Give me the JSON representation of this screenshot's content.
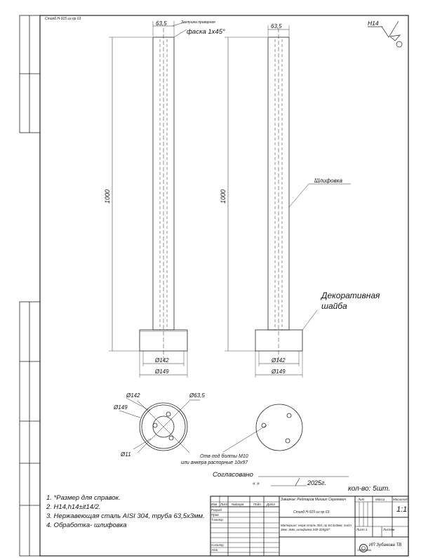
{
  "stamp_code": "Столб Н-915 из пр 63",
  "roughness": "H14",
  "views": {
    "left": {
      "top_dim": "63,5",
      "welded_cap": "Заглушка приварная",
      "chamfer": "фаска 1x45°",
      "height": "1000",
      "dim_inner": "Ø142",
      "dim_outer": "Ø149"
    },
    "right": {
      "top_dim": "63,5",
      "grinding": "Шлифовка",
      "height": "1000",
      "washer": "Декоративная шайба",
      "dim_inner": "Ø142",
      "dim_outer": "Ø149"
    }
  },
  "plan": {
    "d142": "Ø142",
    "d149": "Ø149",
    "d63": "Ø63,5",
    "d11": "Ø11",
    "holes_note_1": "Отв под болты М10",
    "holes_note_2": "или анкера распорные 10х97"
  },
  "approval": {
    "label": "Согласовано",
    "date_line": "«       »",
    "year": "2025г."
  },
  "quantity": "кол-во: 5шт.",
  "notes": [
    "1. *Размер для справок.",
    "2. H14,h14±it14/2.",
    "3. Нержавеющая сталь AISI 304, труба 63,5х3мм.",
    "4. Обработка- шлифовка"
  ],
  "title_block": {
    "customer": "Заказчик: Рейтаров Михаил Сергеевич",
    "designation": "Столб Н-915 из пр 63",
    "material": "Материал: нерж сталь 304, пр 63,5х3мм; лист 3мм, 3мм, шлифовка 240-320grit*",
    "scale": "1:1",
    "col_lit": "Лит",
    "col_mass": "Масса",
    "col_scale": "Масштаб",
    "sheet": "Лист 1",
    "sheets": "Листов",
    "company": "ИП Зубанова ТВ",
    "rows": [
      "Изм",
      "Лист",
      "№докум",
      "Подп",
      "Дата"
    ],
    "roles": [
      "Разраб",
      "Пров",
      "Т.контр",
      "Н.контр",
      "Утв"
    ]
  }
}
